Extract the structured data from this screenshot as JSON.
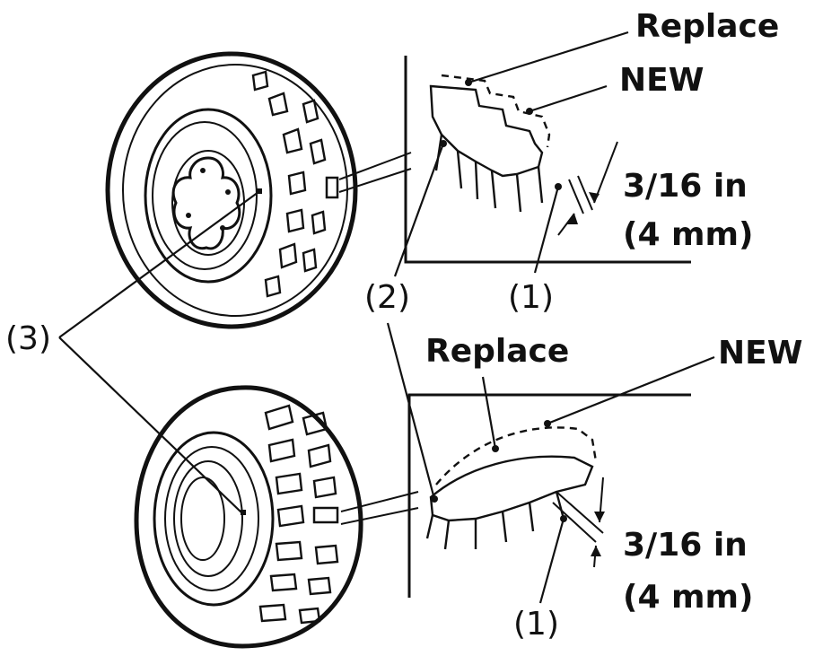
{
  "top_tire": {
    "replace_label": "Replace",
    "new_label": "NEW",
    "wear_limit_line1": "3/16 in",
    "wear_limit_line2": "(4 mm)",
    "callout_1": "(1)",
    "callout_2": "(2)"
  },
  "bottom_tire": {
    "replace_label": "Replace",
    "new_label": "NEW",
    "wear_limit_line1": "3/16 in",
    "wear_limit_line2": "(4 mm)",
    "callout_1": "(1)"
  },
  "shared": {
    "callout_3": "(3)"
  },
  "colors": {
    "ink": "#111111",
    "paper": "#ffffff"
  }
}
